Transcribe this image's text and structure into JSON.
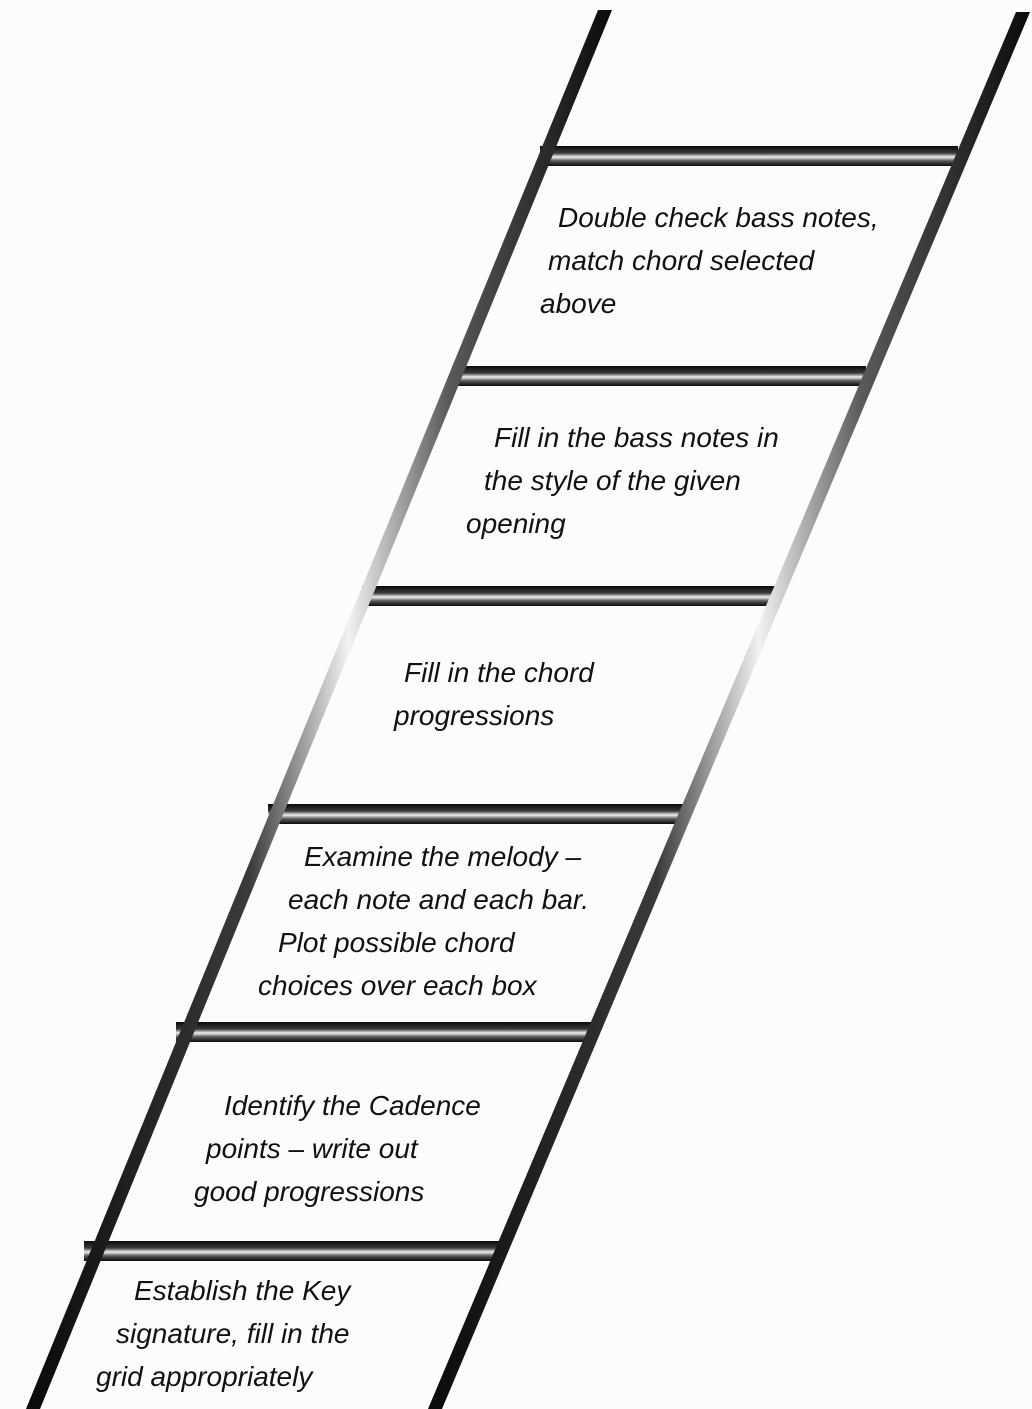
{
  "ladder": {
    "steps": [
      {
        "lines": [
          "Double check bass notes,",
          "match chord selected",
          "above"
        ]
      },
      {
        "lines": [
          "Fill in the bass notes in",
          "the style of the given",
          "opening"
        ]
      },
      {
        "lines": [
          "Fill in the chord",
          "progressions"
        ]
      },
      {
        "lines": [
          "Examine the melody –",
          "each note and each bar.",
          "Plot possible chord",
          "choices over each box"
        ]
      },
      {
        "lines": [
          "Identify the Cadence",
          "points – write out",
          "good progressions"
        ]
      },
      {
        "lines": [
          "Establish the Key",
          "signature, fill in the",
          "grid appropriately"
        ]
      }
    ]
  }
}
